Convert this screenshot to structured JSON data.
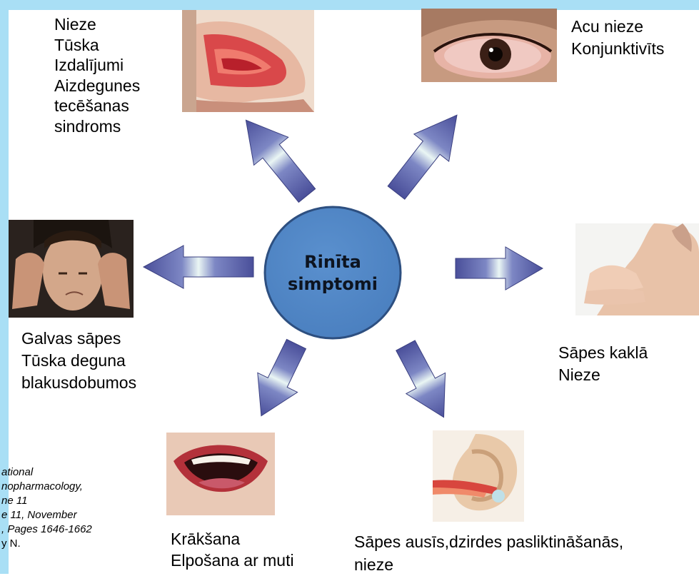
{
  "center": {
    "line1": "Rinīta",
    "line2": "simptomi"
  },
  "nose": [
    "Nieze",
    "Tūska",
    "Izdalījumi",
    "Aizdegunes",
    "tecēšanas",
    "sindroms"
  ],
  "eye": [
    "Acu nieze",
    "Konjunktivīts"
  ],
  "head": [
    "Galvas sāpes",
    "Tūska deguna",
    "blakusdobumos"
  ],
  "throat": [
    "Sāpes kaklā",
    "Nieze"
  ],
  "mouth": [
    "Krākšana",
    "Elpošana  ar muti"
  ],
  "ear": [
    "Sāpes ausīs,dzirdes pasliktināšanās,",
    "nieze"
  ],
  "citation": [
    "ational",
    "nopharmacology,",
    "ne 11",
    "e 11, November",
    ", Pages 1646-1662",
    "y N."
  ],
  "photos": [
    "nose-cross-section",
    "red-eye",
    "headache-man",
    "throat-touch",
    "open-mouth",
    "ear-cross-section"
  ],
  "colors": {
    "frame": "#a9dff5",
    "ellipse": "#4f86c6",
    "ellipse_border": "#2d4f80",
    "arrow_dark": "#4a4f9a",
    "arrow_light": "#eaf6f4"
  }
}
